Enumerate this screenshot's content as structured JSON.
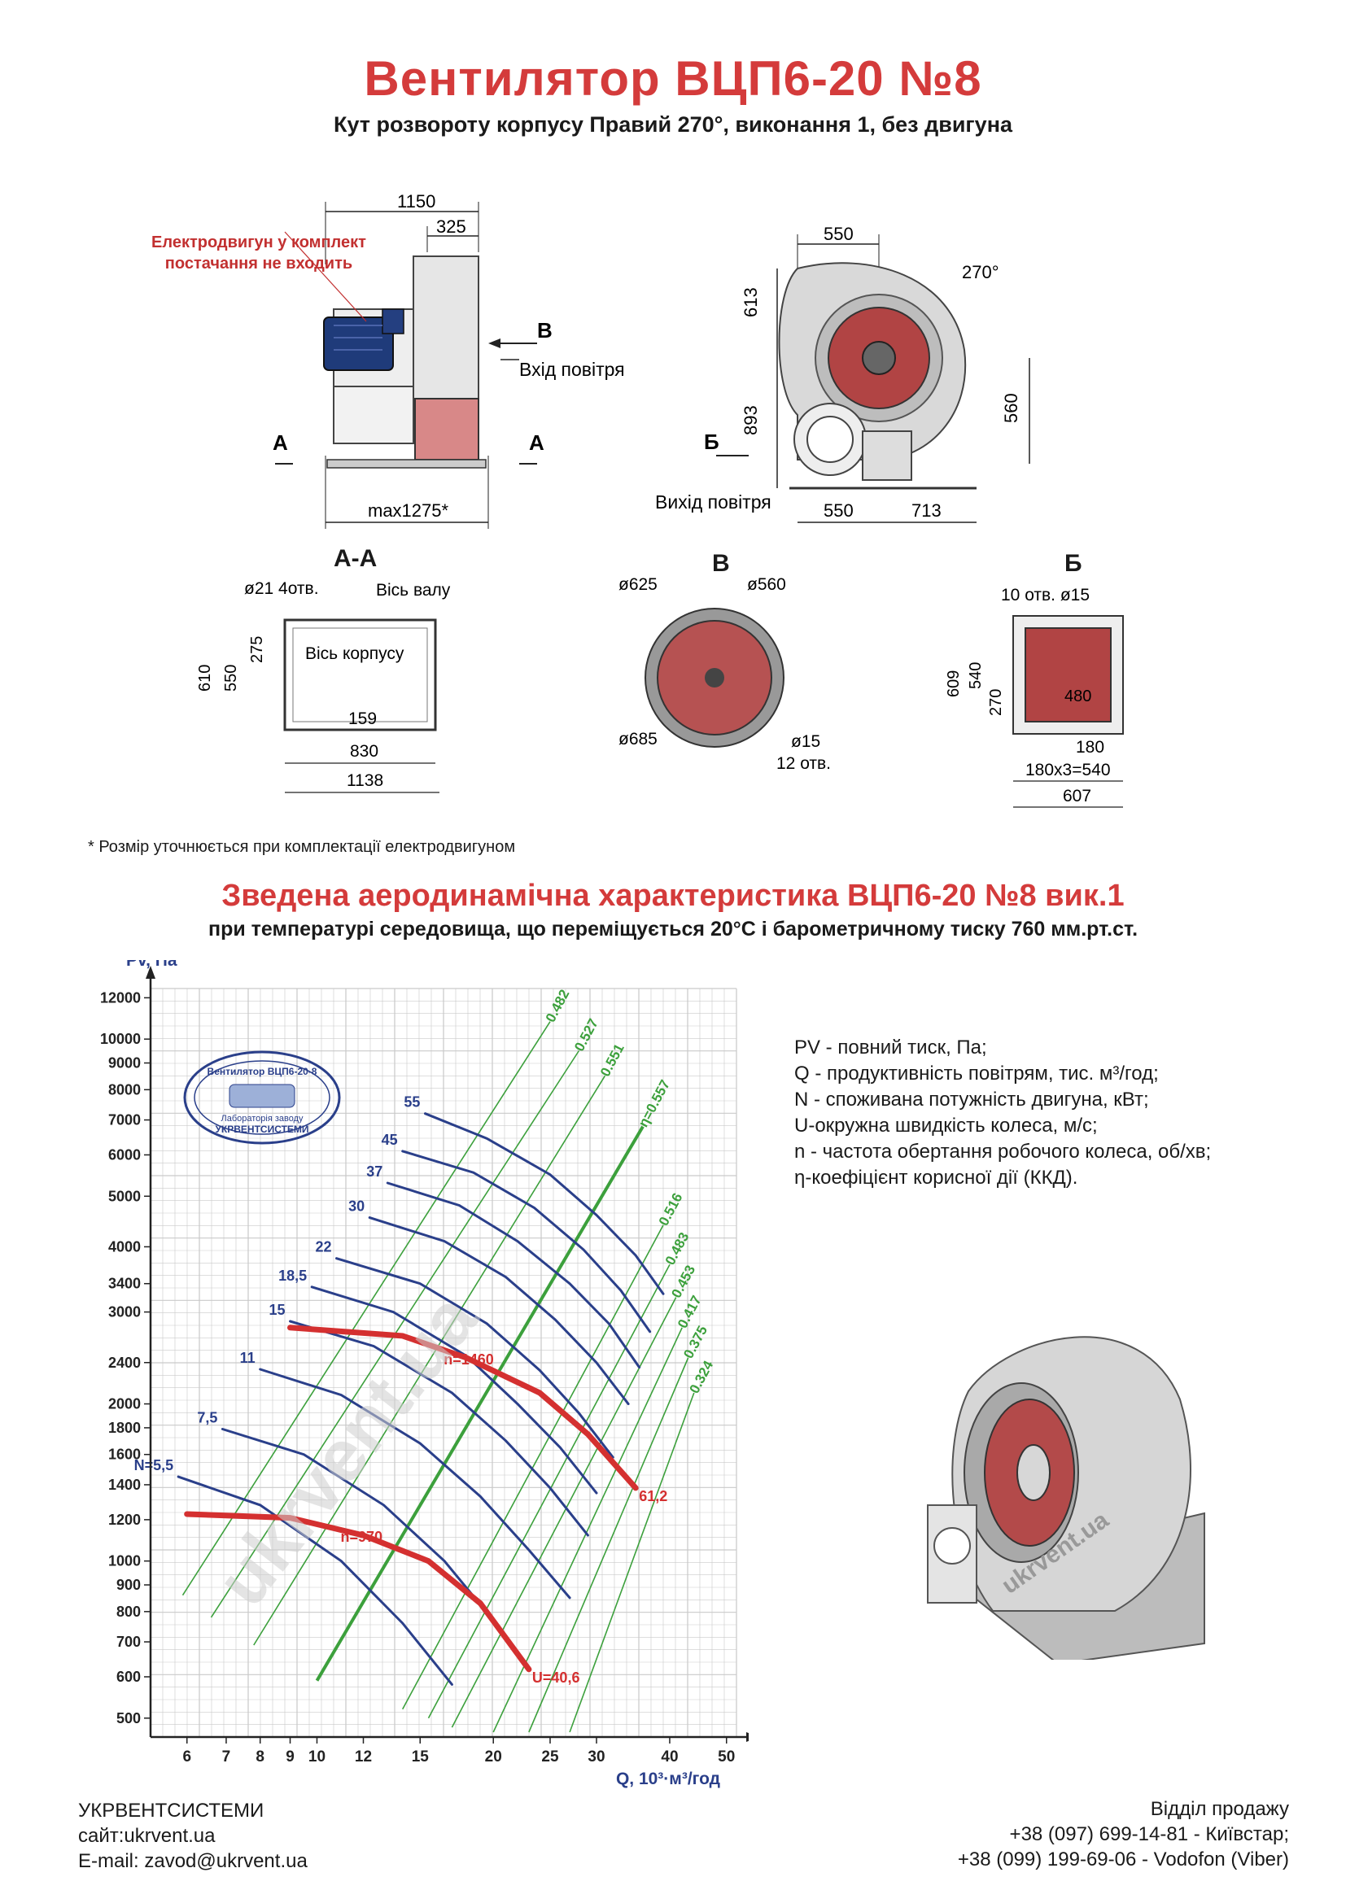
{
  "header": {
    "title": "Вентилятор  ВЦП6-20 №8",
    "subtitle": "Кут розвороту корпусу Правий 270°, виконання 1, без двигуна"
  },
  "side_view": {
    "motor_note": "Електродвигун у комплект постачання не входить",
    "dim_top": "1150",
    "dim_inlet": "325",
    "dim_bottom": "max1275*",
    "inlet_label": "Вхід повітря",
    "section_a": "А",
    "section_b": "В"
  },
  "front_view": {
    "dim_width": "550",
    "dim_angle": "270°",
    "dim_upper": "613",
    "dim_lower": "893",
    "dim_right": "560",
    "dim_base_left": "550",
    "dim_base_right": "713",
    "outlet_label": "Вихід повітря",
    "section_b": "Б"
  },
  "view_aa": {
    "label": "А-А",
    "holes": "ø21 4отв.",
    "shaft_axis": "Вісь валу",
    "body_axis": "Вісь корпусу",
    "dims": [
      "610",
      "550",
      "275",
      "159",
      "830",
      "1138"
    ]
  },
  "view_v": {
    "label": "В",
    "d625": "ø625",
    "d560": "ø560",
    "d685": "ø685",
    "d15": "ø15",
    "holes": "12 отв."
  },
  "view_b": {
    "label": "Б",
    "holes": "10 отв. ø15",
    "dims_v": [
      "609",
      "540",
      "270"
    ],
    "inner": "480",
    "dim_180": "180",
    "dim_540": "180x3=540",
    "dim_607": "607"
  },
  "footnote": "* Розмір уточнюється при комплектації електродвигуном",
  "chart_section": {
    "title": "Зведена аеродинамічна характеристика ВЦП6-20 №8 вик.1",
    "subtitle": "при температурі середовища, що переміщується 20°С і барометричному тиску 760 мм.рт.ст."
  },
  "legend": {
    "lines": [
      "PV - повний тиск, Па;",
      "Q - продуктивність повітрям, тис. м³/год;",
      "N - споживана потужність двигуна, кВт;",
      "U-окружна швидкість колеса, м/с;",
      "n - частота обертання робочого колеса, об/хв;",
      "η-коефіцієнт корисної дії (ККД)."
    ]
  },
  "stamp": {
    "top": "Вентилятор ВЦП6-20-8",
    "mid": "Лабораторія заводу",
    "bottom": "УКРВЕНТСИСТЕМИ"
  },
  "watermark": "ukrvent.ua",
  "footer": {
    "company": "УКРВЕНТСИСТЕМИ",
    "site": "сайт:ukrvent.ua",
    "email": "E-mail: zavod@ukrvent.ua",
    "sales_title": "Відділ продажу",
    "phone1": "+38 (097) 699-14-81 - Київстар;",
    "phone2": "+38 (099) 199-69-06 - Vodofon (Viber)"
  },
  "colors": {
    "red": "#d43b3b",
    "curve_blue": "#2a3f8a",
    "eff_green": "#3ca03c",
    "rpm_red": "#d43030",
    "grid": "#c9c9c9"
  },
  "chart_data": {
    "type": "line",
    "xlabel": "Q, 10³·м³/год",
    "ylabel": "Pv, Па",
    "x_scale": "log",
    "y_scale": "log",
    "xlim": [
      5.2,
      52
    ],
    "ylim": [
      460,
      12500
    ],
    "x_ticks": [
      6,
      7,
      8,
      9,
      10,
      12,
      15,
      20,
      25,
      30,
      40,
      50
    ],
    "y_ticks": [
      500,
      600,
      700,
      800,
      900,
      1000,
      1200,
      1400,
      1600,
      1800,
      2000,
      2400,
      3000,
      3400,
      4000,
      5000,
      6000,
      7000,
      8000,
      9000,
      10000,
      12000
    ],
    "power_curves": [
      {
        "name": "N=5,5",
        "points": [
          [
            5.8,
            1450
          ],
          [
            8,
            1280
          ],
          [
            11,
            1000
          ],
          [
            14,
            760
          ],
          [
            17,
            580
          ]
        ]
      },
      {
        "name": "7,5",
        "points": [
          [
            6.9,
            1790
          ],
          [
            9.5,
            1600
          ],
          [
            13,
            1280
          ],
          [
            16.5,
            1000
          ],
          [
            20,
            770
          ],
          [
            23,
            620
          ]
        ]
      },
      {
        "name": "11",
        "points": [
          [
            8,
            2330
          ],
          [
            11,
            2080
          ],
          [
            15,
            1680
          ],
          [
            19,
            1330
          ],
          [
            23,
            1050
          ],
          [
            27,
            850
          ]
        ]
      },
      {
        "name": "15",
        "points": [
          [
            9,
            2880
          ],
          [
            12.5,
            2580
          ],
          [
            17,
            2100
          ],
          [
            21,
            1700
          ],
          [
            25,
            1380
          ],
          [
            29,
            1120
          ]
        ]
      },
      {
        "name": "18,5",
        "points": [
          [
            9.8,
            3350
          ],
          [
            13.5,
            3000
          ],
          [
            18,
            2470
          ],
          [
            22,
            2000
          ],
          [
            26,
            1650
          ],
          [
            30,
            1350
          ]
        ]
      },
      {
        "name": "22",
        "points": [
          [
            10.8,
            3800
          ],
          [
            15,
            3400
          ],
          [
            19.5,
            2850
          ],
          [
            24,
            2320
          ],
          [
            28,
            1920
          ],
          [
            32,
            1580
          ]
        ]
      },
      {
        "name": "30",
        "points": [
          [
            12.3,
            4550
          ],
          [
            16.5,
            4100
          ],
          [
            21,
            3500
          ],
          [
            25.5,
            2900
          ],
          [
            30,
            2400
          ],
          [
            34,
            2000
          ]
        ]
      },
      {
        "name": "37",
        "points": [
          [
            13.2,
            5300
          ],
          [
            17.5,
            4800
          ],
          [
            22,
            4100
          ],
          [
            27,
            3400
          ],
          [
            31.5,
            2850
          ],
          [
            35.5,
            2350
          ]
        ]
      },
      {
        "name": "45",
        "points": [
          [
            14,
            6100
          ],
          [
            18.5,
            5550
          ],
          [
            23.5,
            4750
          ],
          [
            28.5,
            3950
          ],
          [
            33,
            3300
          ],
          [
            37,
            2750
          ]
        ]
      },
      {
        "name": "55",
        "points": [
          [
            15.3,
            7200
          ],
          [
            19.5,
            6450
          ],
          [
            25,
            5500
          ],
          [
            30,
            4600
          ],
          [
            35,
            3850
          ],
          [
            39,
            3250
          ]
        ]
      }
    ],
    "efficiency_lines": [
      {
        "name": "0.482",
        "points": [
          [
            5.9,
            860
          ],
          [
            25,
            10800
          ]
        ]
      },
      {
        "name": "0.527",
        "points": [
          [
            6.6,
            780
          ],
          [
            28,
            9500
          ]
        ]
      },
      {
        "name": "0.551",
        "points": [
          [
            7.8,
            690
          ],
          [
            31,
            8500
          ]
        ]
      },
      {
        "name": "η=0.557",
        "points": [
          [
            10,
            590
          ],
          [
            36,
            6800
          ]
        ]
      },
      {
        "name": "0.516",
        "points": [
          [
            14,
            520
          ],
          [
            39,
            4400
          ]
        ]
      },
      {
        "name": "0.483",
        "points": [
          [
            15.5,
            500
          ],
          [
            40,
            3700
          ]
        ]
      },
      {
        "name": "0.453",
        "points": [
          [
            17,
            480
          ],
          [
            41,
            3200
          ]
        ]
      },
      {
        "name": "0.417",
        "points": [
          [
            20,
            470
          ],
          [
            42,
            2800
          ]
        ]
      },
      {
        "name": "0.375",
        "points": [
          [
            23,
            470
          ],
          [
            43,
            2450
          ]
        ]
      },
      {
        "name": "0.324",
        "points": [
          [
            27,
            470
          ],
          [
            44,
            2100
          ]
        ]
      }
    ],
    "rpm_curves": [
      {
        "name": "n=1460",
        "label_end": "61,2",
        "points": [
          [
            9,
            2800
          ],
          [
            14,
            2700
          ],
          [
            18,
            2450
          ],
          [
            24,
            2100
          ],
          [
            29,
            1750
          ],
          [
            35,
            1380
          ]
        ]
      },
      {
        "name": "n=970",
        "label_end": "U=40,6",
        "points": [
          [
            6,
            1230
          ],
          [
            9,
            1210
          ],
          [
            12,
            1120
          ],
          [
            15.5,
            1000
          ],
          [
            19,
            830
          ],
          [
            23,
            620
          ]
        ]
      }
    ]
  }
}
